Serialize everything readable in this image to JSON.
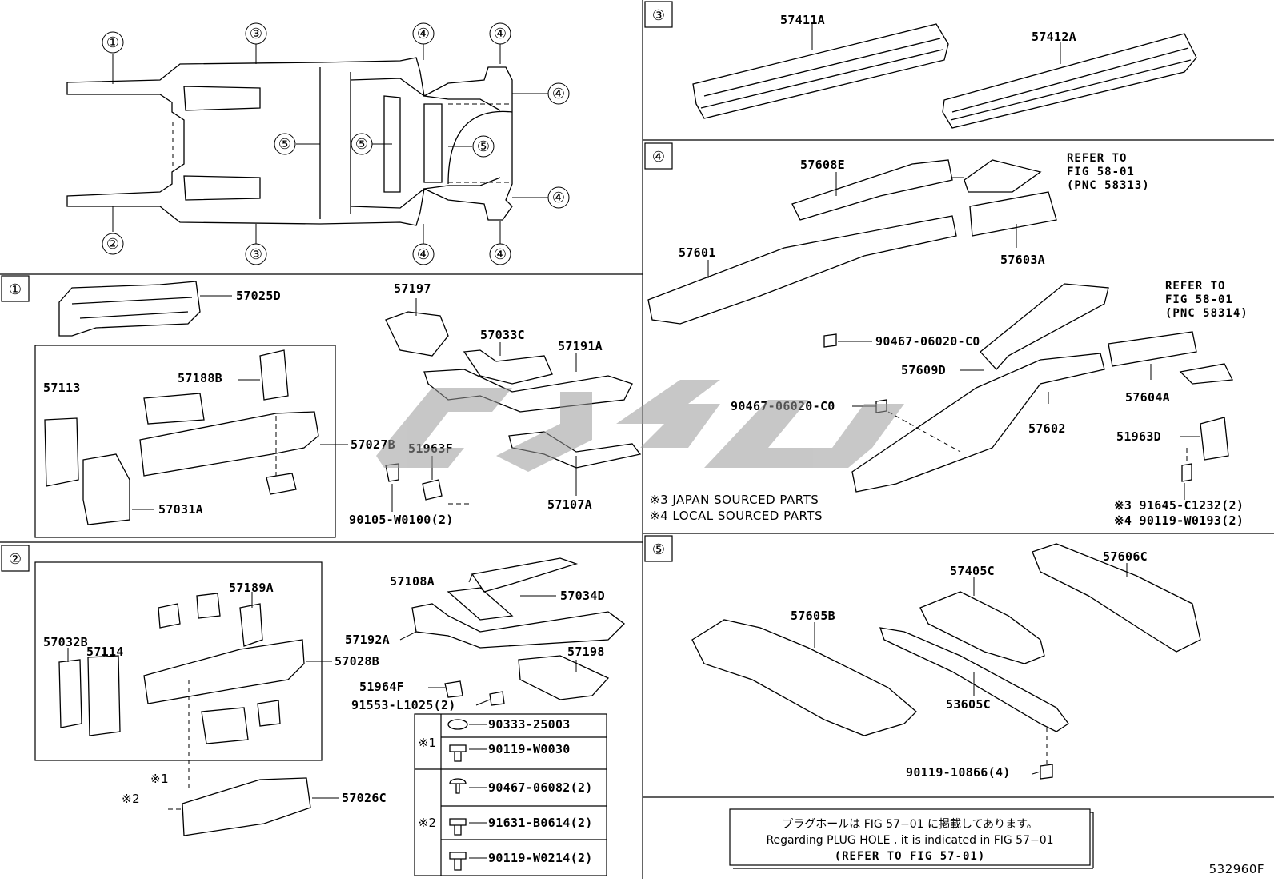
{
  "overview": {
    "callouts": {
      "c1": "①",
      "c2": "②",
      "c3a": "③",
      "c3b": "③",
      "c4a": "④",
      "c4b": "④",
      "c4c": "④",
      "c4d": "④",
      "c4e": "④",
      "c4f": "④",
      "c5a": "⑤",
      "c5b": "⑤",
      "c5c": "⑤"
    }
  },
  "section1": {
    "tag": "①",
    "labels": {
      "p57025D": "57025D",
      "p57113": "57113",
      "p57188B": "57188B",
      "p57027B": "57027B",
      "p57031A": "57031A",
      "p57197": "57197",
      "p57033C": "57033C",
      "p57191A": "57191A",
      "p51963F": "51963F",
      "p57107A": "57107A",
      "p90105": "90105-W0100(2)"
    }
  },
  "section2": {
    "tag": "②",
    "labels": {
      "p57189A": "57189A",
      "p57032B": "57032B",
      "p57114": "57114",
      "p57028B": "57028B",
      "p57026C": "57026C",
      "p57108A": "57108A",
      "p57034D": "57034D",
      "p57192A": "57192A",
      "p57198": "57198",
      "p51964F": "51964F",
      "p91553": "91553-L1025(2)"
    },
    "marks": {
      "x1": "※1",
      "x2": "※2"
    },
    "table": {
      "g1_label": "※1",
      "g2_label": "※2",
      "r1": "90333-25003",
      "r2": "90119-W0030",
      "r3": "90467-06082(2)",
      "r4": "91631-B0614(2)",
      "r5": "90119-W0214(2)"
    }
  },
  "section3": {
    "tag": "③",
    "labels": {
      "p57411A": "57411A",
      "p57412A": "57412A"
    }
  },
  "section4": {
    "tag": "④",
    "labels": {
      "p57608E": "57608E",
      "p57601": "57601",
      "p57603A": "57603A",
      "p90467a": "90467-06020-C0",
      "p57609D": "57609D",
      "p90467b": "90467-06020-C0",
      "p57602": "57602",
      "p57604A": "57604A",
      "p51963D": "51963D",
      "p91645": "※3 91645-C1232(2)",
      "p90119": "※4 90119-W0193(2)"
    },
    "refer1": {
      "l1": "REFER TO",
      "l2": "FIG 58-01",
      "l3": "(PNC 58313)"
    },
    "refer2": {
      "l1": "REFER TO",
      "l2": "FIG 58-01",
      "l3": "(PNC 58314)"
    },
    "notes": {
      "n3": "※3 JAPAN SOURCED PARTS",
      "n4": "※4 LOCAL SOURCED PARTS"
    }
  },
  "section5": {
    "tag": "⑤",
    "labels": {
      "p57405C": "57405C",
      "p57606C": "57606C",
      "p57605B": "57605B",
      "p53605C": "53605C",
      "p90119": "90119-10866(4)"
    },
    "notebox": {
      "jp": "プラグホールは FIG 57−01 に掲載してあります。",
      "en": "Regarding PLUG HOLE , it is indicated in FIG 57−01",
      "ref": "(REFER TO FIG 57-01)"
    }
  },
  "footer": {
    "code": "532960F"
  }
}
